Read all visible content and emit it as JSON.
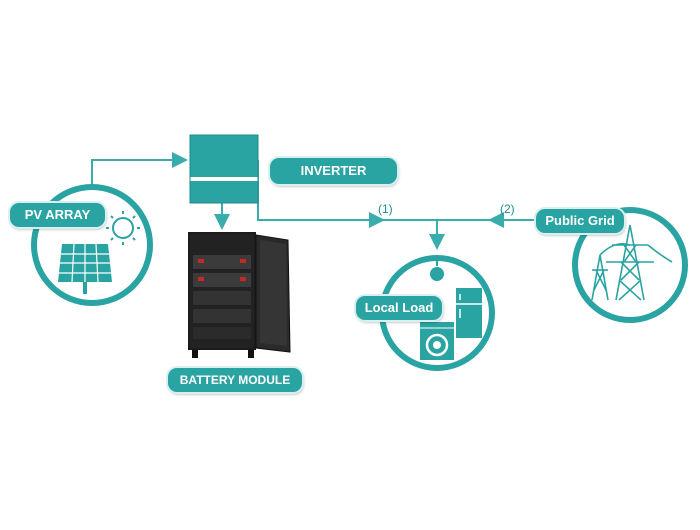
{
  "colors": {
    "accent": "#2aa3a3",
    "line": "#3aacac",
    "battery": "#1b1b1b"
  },
  "labels": {
    "inverter": "INVERTER",
    "battery": "BATTERY MODULE",
    "pv": "PV ARRAY",
    "grid": "Public Grid",
    "load": "Local Load"
  },
  "flows": {
    "inverter_to_load": "(1)",
    "grid_to_load": "(2)"
  },
  "icons": [
    "inverter-icon",
    "battery-cabinet-icon",
    "solar-panel-icon",
    "sun-icon",
    "transmission-tower-icon",
    "light-bulb-icon",
    "refrigerator-icon",
    "washing-machine-icon"
  ]
}
